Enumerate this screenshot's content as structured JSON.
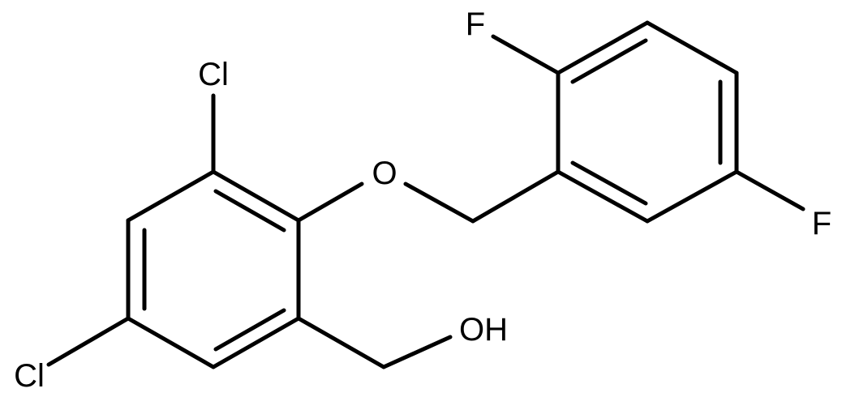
{
  "molecule": {
    "atoms": {
      "cl_top": "Cl",
      "cl_bottom": "Cl",
      "oxygen": "O",
      "hydroxyl": "OH",
      "f_top": "F",
      "f_right": "F"
    },
    "colors": {
      "bond": "#000000",
      "label": "#000000",
      "background": "#ffffff"
    }
  }
}
